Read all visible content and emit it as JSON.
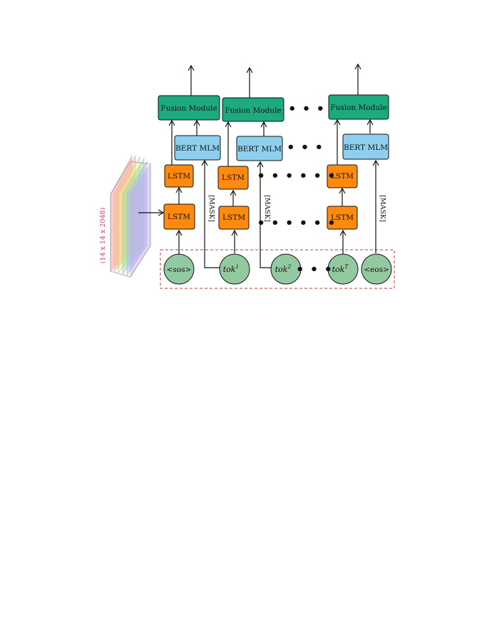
{
  "colors": {
    "fusion": "#1daa7e",
    "bert": "#8fcfee",
    "lstm": "#ff8a0d",
    "token": "#93c9a0",
    "input_box_border": "#c0392b",
    "dims_text": "#d63a70",
    "stroke": "#111111",
    "feature_layers": [
      "#ff9e9e",
      "#f7c08a",
      "#f4ec8a",
      "#9be39b",
      "#a6b8ff",
      "#c3a3ef"
    ]
  },
  "labels": {
    "fusion": "Fusion Module",
    "bert": "BERT MLM",
    "lstm": "LSTM",
    "mask": "[MASK]",
    "feature_dims": "(14 x 14 x 2048)",
    "sos": "<sos>",
    "eos": "<eos>",
    "tok_base": "tok",
    "tok_sup_1": "1",
    "tok_sup_2": "2",
    "tok_sup_T": "T"
  },
  "ellipses": {
    "fusion_row": "• • •",
    "bert_row": "• • •",
    "lstm_row": "• • • • • •",
    "token_row": "• • •"
  }
}
